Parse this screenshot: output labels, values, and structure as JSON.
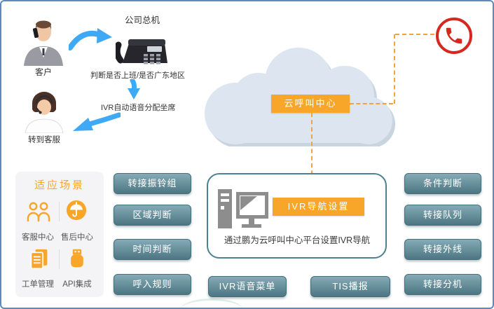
{
  "flow": {
    "customer_label": "客户",
    "switchboard_label": "公司总机",
    "judge_text": "判断是否上班/是否广东地区",
    "ivr_assign_text": "IVR自动语音分配坐席",
    "agent_label": "转到客服"
  },
  "cloud": {
    "label": "云呼叫中心"
  },
  "ivr_box": {
    "label": "IVR导航设置",
    "description": "通过鹏为云呼叫中心平台设置IVR导航"
  },
  "scenarios": {
    "title": "适应场景",
    "items": [
      {
        "label": "客服中心",
        "icon": "people-icon"
      },
      {
        "label": "售后中心",
        "icon": "umbrella-icon"
      },
      {
        "label": "工单管理",
        "icon": "document-icon"
      },
      {
        "label": "API集成",
        "icon": "usb-icon"
      }
    ]
  },
  "buttons": {
    "left": [
      "转接振铃组",
      "区域判断",
      "时间判断",
      "呼入规则"
    ],
    "bottom": [
      "IVR语音菜单",
      "TIS播报"
    ],
    "right": [
      "条件判断",
      "转接队列",
      "转接外线",
      "转接分机"
    ]
  },
  "icons": {
    "hotline": "red-phone-icon",
    "switchboard": "desk-phone-icon",
    "platform": "computer-icon"
  },
  "colors": {
    "orange": "#f7a62a",
    "teal_button": "#4c7682",
    "red": "#d6281e",
    "arrow_blue": "#3fa9f5",
    "cloud_fill": "#dce5f0",
    "page_border": "#5e88c4"
  }
}
